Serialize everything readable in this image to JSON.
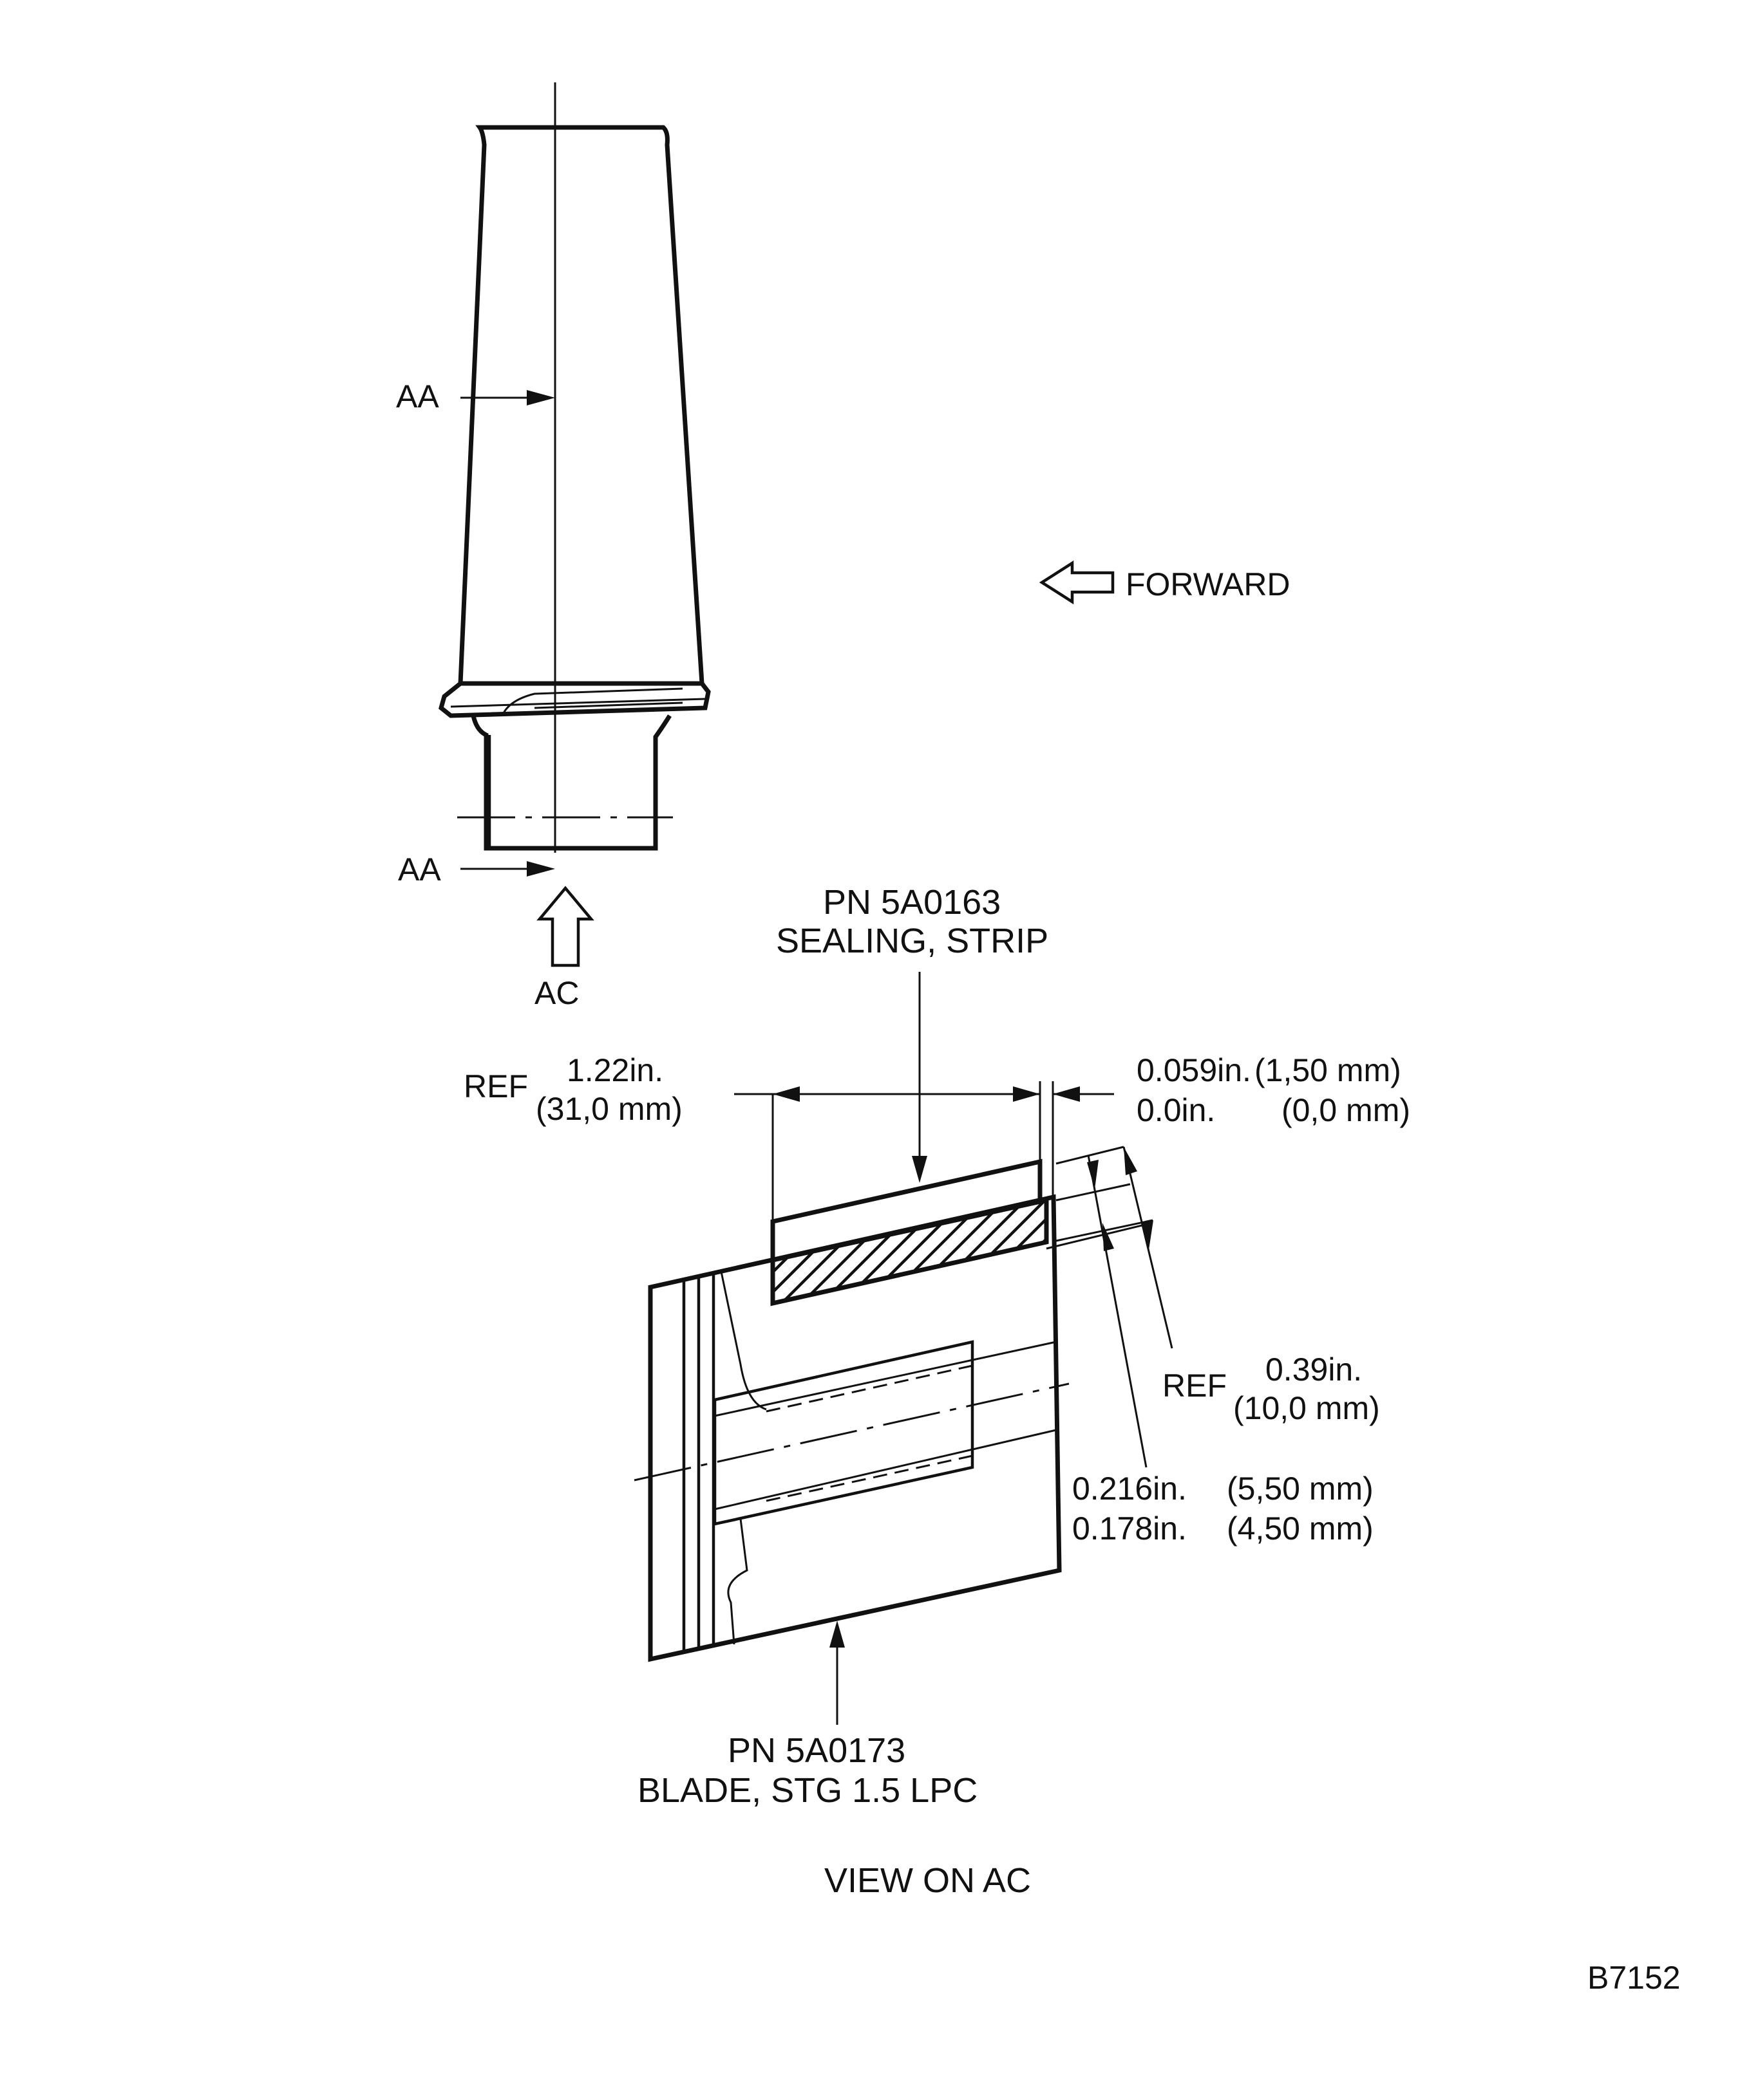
{
  "figure_id": "B7152",
  "section_labels": {
    "aa_top": "AA",
    "aa_bottom": "AA",
    "view_arrow": "AC"
  },
  "forward_label": "FORWARD",
  "sealing_strip": {
    "part_number": "PN 5A0163",
    "description": "SEALING, STRIP"
  },
  "blade": {
    "part_number": "PN 5A0173",
    "description": "BLADE, STG 1.5 LPC"
  },
  "dimensions": {
    "width_ref": {
      "ref": "REF",
      "inches": "1.22in.",
      "mm": "(31,0 mm)"
    },
    "offset": {
      "max_in": "0.059in.",
      "max_mm": "(1,50 mm)",
      "min_in": "0.0in.",
      "min_mm": "(0,0 mm)"
    },
    "height_ref": {
      "ref": "REF",
      "inches": "0.39in.",
      "mm": "(10,0 mm)"
    },
    "depth": {
      "max_in": "0.216in.",
      "max_mm": "(5,50 mm)",
      "min_in": "0.178in.",
      "min_mm": "(4,50 mm)"
    }
  },
  "view_title": "VIEW ON AC"
}
